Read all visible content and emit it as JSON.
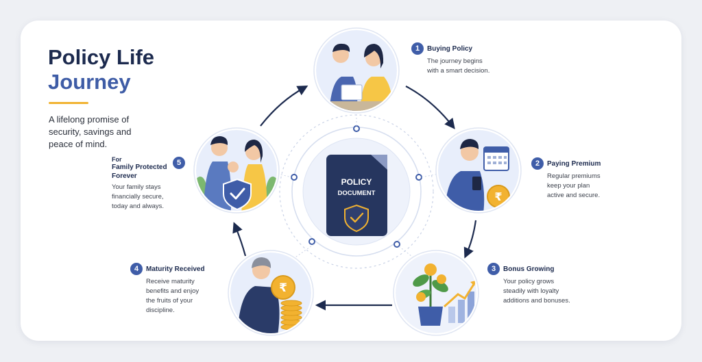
{
  "header": {
    "title_line1": "Policy Life",
    "title_line2": "Journey",
    "tagline": "A lifelong promise of security, savings and peace of mind."
  },
  "center": {
    "document_line1": "POLICY",
    "document_line2": "DOCUMENT"
  },
  "steps": [
    {
      "number": "1",
      "title": "Buying Policy",
      "desc": "The journey begins with a smart decision."
    },
    {
      "number": "2",
      "title": "Paying Premium",
      "desc": "Regular premiums keep your plan active and secure."
    },
    {
      "number": "3",
      "title": "Bonus Growing",
      "desc": "Your policy grows steadily with loyalty additions and bonuses."
    },
    {
      "number": "4",
      "title": "Maturity Received",
      "desc": "Receive maturity benefits and enjoy the fruits of your discipline."
    },
    {
      "number": "5",
      "title_prefix": "For",
      "title": "Family Protected Forever",
      "desc": "Your family stays financially secure, today and always."
    }
  ],
  "colors": {
    "navy": "#1c2a4e",
    "blue": "#3f5da8",
    "accent_yellow": "#f1b230",
    "gold": "#f2b230",
    "shield": "#3f5da8"
  },
  "icons": [
    "shield-check-icon",
    "rupee-coin-icon",
    "calendar-icon",
    "phone-icon",
    "plant-icon",
    "growth-chart-icon",
    "document-icon"
  ]
}
